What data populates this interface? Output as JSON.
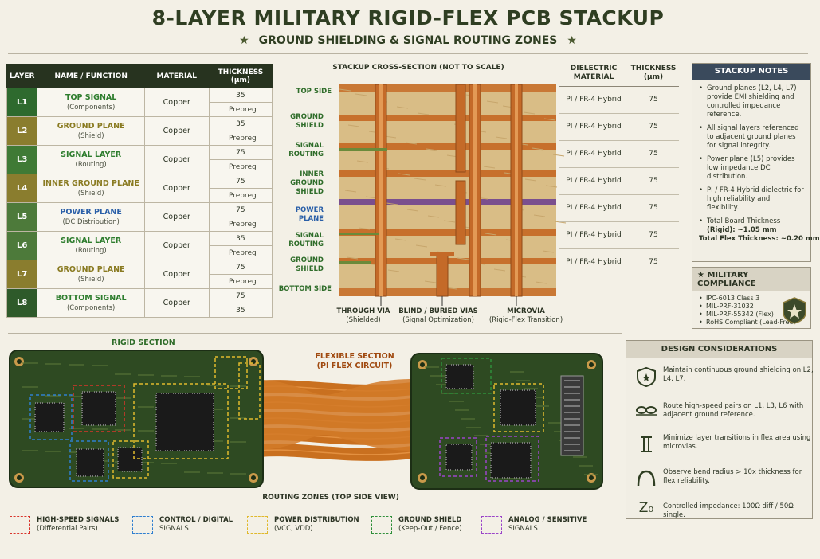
{
  "header": {
    "title": "8-LAYER MILITARY RIGID-FLEX PCB STACKUP",
    "subtitle": "GROUND SHIELDING & SIGNAL ROUTING ZONES"
  },
  "layer_table": {
    "headers": [
      "LAYER",
      "NAME / FUNCTION",
      "MATERIAL",
      "THICKNESS (µm)"
    ],
    "rows": [
      {
        "id": "L1",
        "name": "TOP SIGNAL",
        "func": "(Components)",
        "material": "Copper",
        "thickness": "35",
        "prepreg": "Prepreg",
        "color": "#2e6a2e",
        "text_color": "#2e7d2e"
      },
      {
        "id": "L2",
        "name": "GROUND PLANE",
        "func": "(Shield)",
        "material": "Copper",
        "thickness": "35",
        "prepreg": "Prepreg",
        "color": "#8a7d2e",
        "text_color": "#8a7b22"
      },
      {
        "id": "L3",
        "name": "SIGNAL LAYER",
        "func": "(Routing)",
        "material": "Copper",
        "thickness": "75",
        "prepreg": "Prepreg",
        "color": "#3f7a35",
        "text_color": "#2e7d2e"
      },
      {
        "id": "L4",
        "name": "INNER GROUND PLANE",
        "func": "(Shield)",
        "material": "Copper",
        "thickness": "75",
        "prepreg": "Prepreg",
        "color": "#8a7d2e",
        "text_color": "#8a7b22"
      },
      {
        "id": "L5",
        "name": "POWER PLANE",
        "func": "(DC Distribution)",
        "material": "Copper",
        "thickness": "75",
        "prepreg": "Prepreg",
        "color": "#4d7a3a",
        "text_color": "#2a5fa8"
      },
      {
        "id": "L6",
        "name": "SIGNAL LAYER",
        "func": "(Routing)",
        "material": "Copper",
        "thickness": "35",
        "prepreg": "Prepreg",
        "color": "#4d7a3a",
        "text_color": "#2e7d2e"
      },
      {
        "id": "L7",
        "name": "GROUND PLANE",
        "func": "(Shield)",
        "material": "Copper",
        "thickness": "75",
        "prepreg": "Prepreg",
        "color": "#8a7d2e",
        "text_color": "#8a7b22"
      },
      {
        "id": "L8",
        "name": "BOTTOM SIGNAL",
        "func": "(Components)",
        "material": "Copper",
        "thickness": "75",
        "prepreg": "35",
        "color": "#2e5a2a",
        "text_color": "#2e7d2e"
      }
    ]
  },
  "cross_section": {
    "title": "STACKUP CROSS-SECTION (NOT TO SCALE)",
    "labels": [
      "TOP SIDE",
      "GROUND SHIELD",
      "SIGNAL ROUTING",
      "INNER GROUND SHIELD",
      "POWER PLANE",
      "SIGNAL ROUTING",
      "GROUND SHIELD",
      "BOTTOM SIDE"
    ],
    "via_labels": [
      {
        "name": "THROUGH VIA",
        "sub": "(Shielded)"
      },
      {
        "name": "BLIND / BURIED VIAS",
        "sub": "(Signal Optimization)"
      },
      {
        "name": "MICROVIA",
        "sub": "(Rigid-Flex Transition)"
      }
    ]
  },
  "dielectric_table": {
    "headers": [
      "DIELECTRIC MATERIAL",
      "THICKNESS (µm)"
    ],
    "rows": [
      {
        "material": "PI / FR-4 Hybrid",
        "thickness": "75"
      },
      {
        "material": "PI / FR-4 Hybrid",
        "thickness": "75"
      },
      {
        "material": "PI / FR-4 Hybrid",
        "thickness": "75"
      },
      {
        "material": "PI / FR-4 Hybrid",
        "thickness": "75"
      },
      {
        "material": "PI / FR-4 Hybrid",
        "thickness": "75"
      },
      {
        "material": "PI / FR-4 Hybrid",
        "thickness": "75"
      },
      {
        "material": "PI / FR-4 Hybrid",
        "thickness": "75"
      }
    ]
  },
  "stackup_notes": {
    "title": "STACKUP NOTES",
    "items": [
      "Ground planes (L2, L4, L7) provide EMI shielding and controlled impedance reference.",
      "All signal layers referenced to adjacent ground planes for signal integrity.",
      "Power plane (L5) provides low impedance DC distribution.",
      "PI / FR-4 Hybrid dielectric for high reliability and flexibility.",
      "Total Board Thickness"
    ],
    "rigid_thickness": "(Rigid): ~1.05 mm",
    "flex_thickness": "Total Flex Thickness: ~0.20 mm"
  },
  "military": {
    "title": "MILITARY COMPLIANCE",
    "items": [
      "IPC-6013 Class 3",
      "MIL-PRF-31032",
      "MIL-PRF-55342 (Flex)",
      "RoHS Compliant (Lead-Free)"
    ]
  },
  "board": {
    "rigid_label": "RIGID SECTION",
    "flex_label": "FLEXIBLE SECTION",
    "flex_sub": "(PI FLEX CIRCUIT)",
    "caption": "ROUTING ZONES (TOP SIDE VIEW)"
  },
  "design": {
    "title": "DESIGN CONSIDERATIONS",
    "items": [
      {
        "icon": "shield-icon",
        "text": "Maintain continuous ground shielding on L2, L4, L7."
      },
      {
        "icon": "diff-pair-icon",
        "text": "Route high-speed pairs on L1, L3, L6 with adjacent ground reference."
      },
      {
        "icon": "transition-icon",
        "text": "Minimize layer transitions in flex area using microvias."
      },
      {
        "icon": "bend-icon",
        "text": "Observe bend radius > 10x thickness for flex reliability."
      },
      {
        "icon": "impedance-icon",
        "text": "Controlled impedance: 100Ω diff / 50Ω single."
      }
    ],
    "z0": "Z₀"
  },
  "legend": [
    {
      "name": "HIGH-SPEED SIGNALS",
      "sub": "(Differential Pairs)",
      "color": "#d9342b"
    },
    {
      "name": "CONTROL / DIGITAL",
      "sub": "SIGNALS",
      "color": "#2f7fd0"
    },
    {
      "name": "POWER DISTRIBUTION",
      "sub": "(VCC, VDD)",
      "color": "#e0b92c"
    },
    {
      "name": "GROUND SHIELD",
      "sub": "(Keep-Out / Fence)",
      "color": "#2f8f3a"
    },
    {
      "name": "ANALOG / SENSITIVE",
      "sub": "SIGNALS",
      "color": "#9b45c9"
    }
  ]
}
